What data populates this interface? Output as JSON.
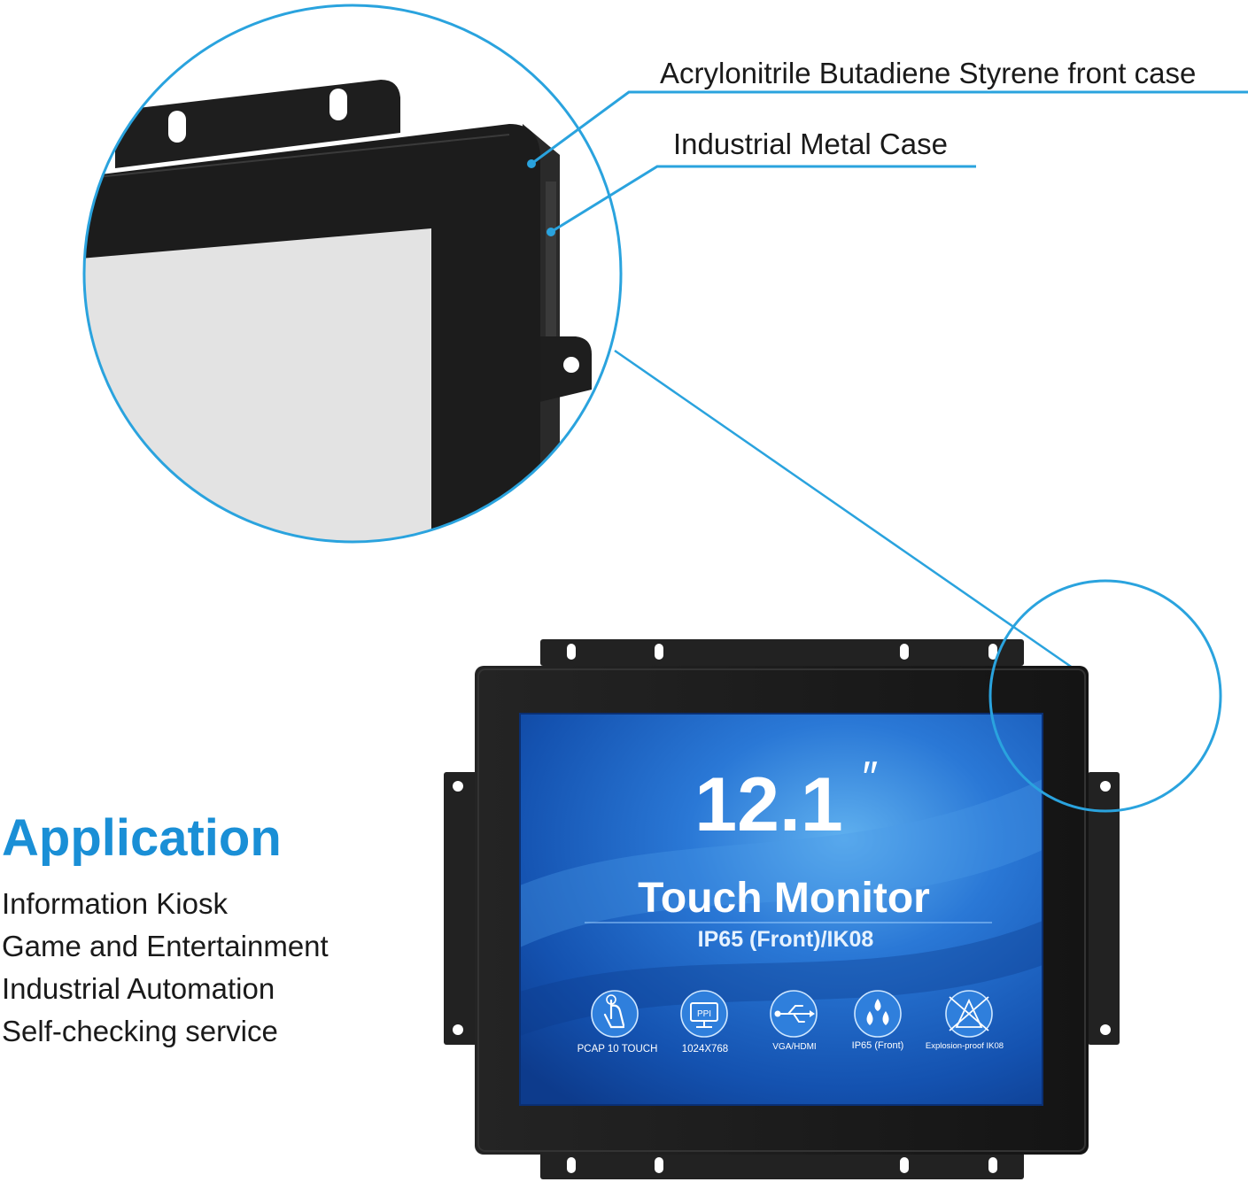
{
  "callouts": {
    "abs_front_case": "Acrylonitrile Butadiene Styrene front case",
    "metal_case": "Industrial Metal Case"
  },
  "application": {
    "heading": "Application",
    "items": [
      "Information Kiosk",
      "Game and Entertainment",
      "Industrial Automation",
      "Self-checking service"
    ]
  },
  "screen": {
    "size": "12.1",
    "inch_mark": "″",
    "title": "Touch Monitor",
    "subtitle": "IP65 (Front)/IK08",
    "features": [
      {
        "icon": "touch-hand-icon",
        "label": "PCAP 10 TOUCH"
      },
      {
        "icon": "ppi-monitor-icon",
        "icon_text": "PPI",
        "label": "1024X768"
      },
      {
        "icon": "usb-icon",
        "label": "VGA/HDMI"
      },
      {
        "icon": "water-drops-icon",
        "label": "IP65 (Front)"
      },
      {
        "icon": "explosion-proof-icon",
        "label": "Explosion-proof  IK08"
      }
    ]
  },
  "colors": {
    "accent": "#1a8fd6",
    "callout_line": "#2aa3de",
    "bezel": "#1b1b1b",
    "screen_blue": "#1656b8"
  }
}
